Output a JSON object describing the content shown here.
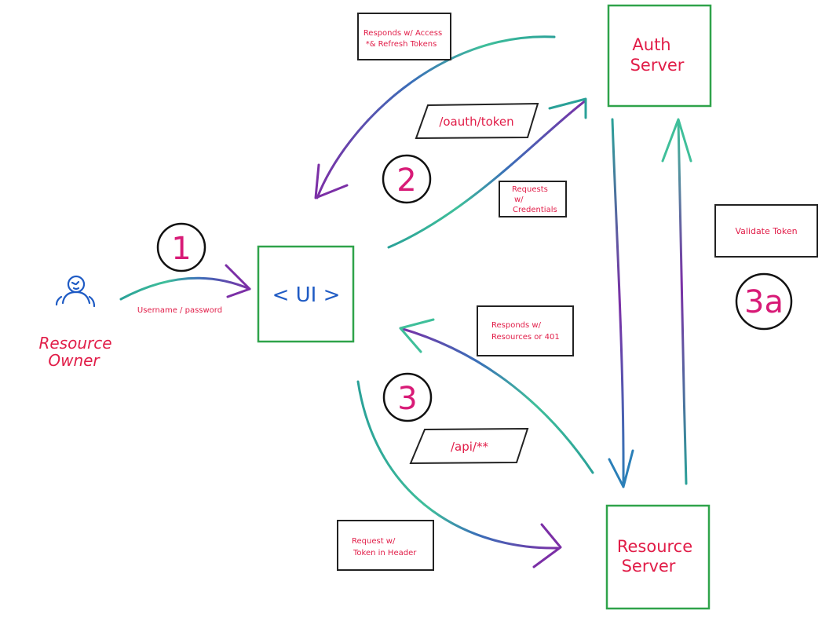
{
  "colors": {
    "text_red": "#e11d48",
    "ui_blue": "#1f5bc4",
    "step_pink": "#d81b77",
    "box_green": "#2fa34a",
    "arrow_teal": "#2aa198",
    "arrow_purple": "#7b2fa6"
  },
  "actors": {
    "resource_owner": {
      "icon": "stick-figure-icon",
      "label_line1": "Resource",
      "label_line2": "Owner"
    },
    "ui": {
      "label": "< UI >"
    },
    "auth_server": {
      "label_line1": "Auth",
      "label_line2": "Server"
    },
    "resource_server": {
      "label_line1": "Resource",
      "label_line2": "Server"
    }
  },
  "steps": {
    "step1": "1",
    "step2": "2",
    "step3": "3",
    "step3a": "3a"
  },
  "labels": {
    "username_password": "Username / password",
    "responds_tokens_line1": "Responds w/ Access",
    "responds_tokens_line2": "*& Refresh Tokens",
    "oauth_token": "/oauth/token",
    "requests_line1": "Requests",
    "requests_line2": "w/",
    "requests_line3": "Credentials",
    "validate_token": "Validate Token",
    "responds_resources_line1": "Responds w/",
    "responds_resources_line2": "Resources or 401",
    "api_path": "/api/**",
    "request_token_line1": "Request w/",
    "request_token_line2": "Token in Header"
  }
}
